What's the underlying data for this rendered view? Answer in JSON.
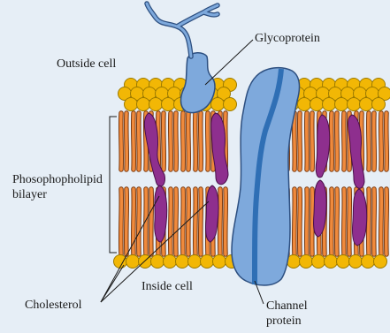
{
  "labels": {
    "outside_cell": "Outside cell",
    "glycoprotein": "Glycoprotein",
    "phospholipid_line1": "Phosophopholipid",
    "phospholipid_line2": "bilayer",
    "inside_cell": "Inside cell",
    "cholesterol": "Cholesterol",
    "channel_line1": "Channel",
    "channel_line2": "protein"
  },
  "colors": {
    "background": "#e6eef6",
    "head": "#f2b705",
    "head_outline": "#9c7a00",
    "tail": "#f08a3c",
    "tail_outline": "#7a3a10",
    "cholesterol": "#8e2f8e",
    "protein": "#7ea9dc",
    "protein_stripe": "#2f6fb5",
    "protein_outline": "#2d4f80"
  }
}
